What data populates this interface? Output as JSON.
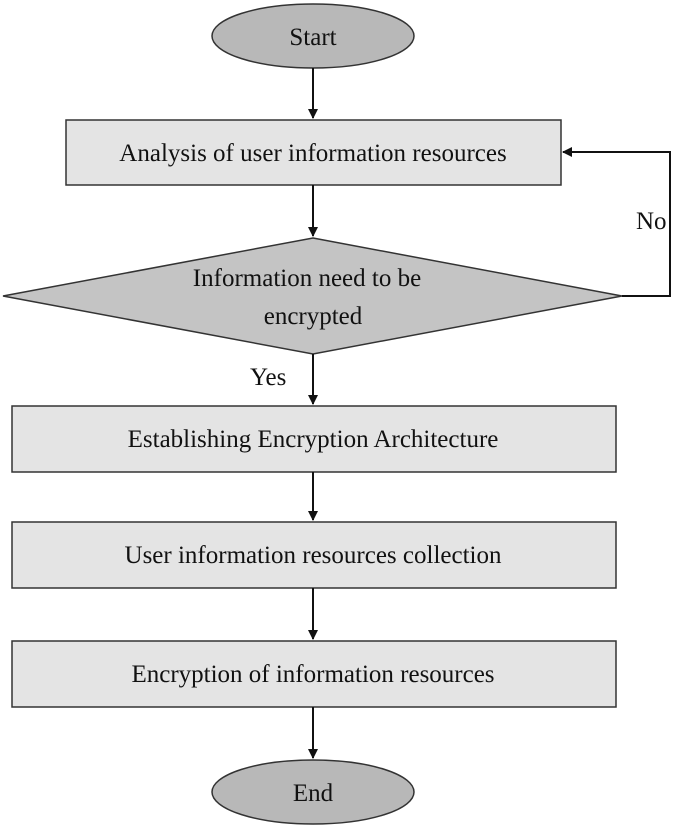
{
  "colors": {
    "terminal_fill": "#b8b8b8",
    "process_fill": "#e4e4e4",
    "decision_fill": "#c4c4c4",
    "line": "#111111"
  },
  "nodes": {
    "start": "Start",
    "analysis": "Analysis of user information resources",
    "decision_line1": "Information need to be",
    "decision_line2": "encrypted",
    "architecture": "Establishing Encryption Architecture",
    "collection": "User information resources collection",
    "encryption": "Encryption of information resources",
    "end": "End"
  },
  "edge_labels": {
    "yes": "Yes",
    "no": "No"
  }
}
